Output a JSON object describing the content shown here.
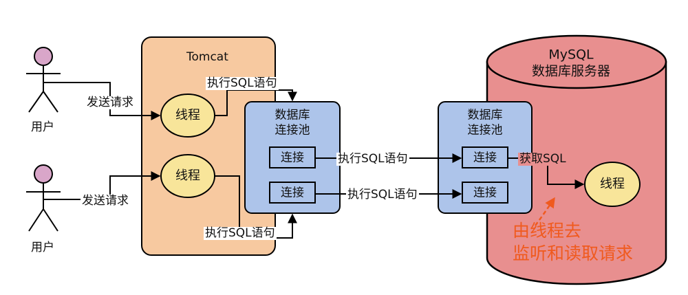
{
  "users": [
    {
      "label": "用户",
      "action": "发送请求"
    },
    {
      "label": "用户",
      "action": "发送请求"
    }
  ],
  "tomcat": {
    "title": "Tomcat",
    "threads": [
      "线程",
      "线程"
    ],
    "exec_top": "执行SQL语句",
    "exec_bottom": "执行SQL语句"
  },
  "pool_left": {
    "title_line1": "数据库",
    "title_line2": "连接池",
    "connections": [
      "连接",
      "连接"
    ]
  },
  "links": [
    "执行SQL语句",
    "执行SQL语句"
  ],
  "mysql": {
    "title_line1": "MySQL",
    "title_line2": "数据库服务器",
    "pool": {
      "title_line1": "数据库",
      "title_line2": "连接池",
      "connections": [
        "连接",
        "连接"
      ]
    },
    "fetch_label": "获取SQL",
    "thread": "线程",
    "note_line1": "由线程去",
    "note_line2": "监听和读取请求"
  },
  "colors": {
    "tomcat_fill": "#f7c9a0",
    "pool_fill": "#adc4ea",
    "thread_fill": "#f8e59a",
    "db_fill": "#e88f8f",
    "head_fill": "#d9a6c9",
    "annotation": "#f05a1e"
  }
}
